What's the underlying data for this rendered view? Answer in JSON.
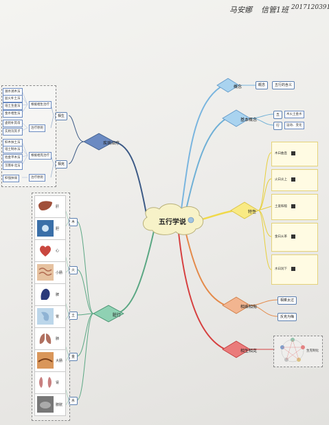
{
  "handwriting": {
    "name": "马安娜",
    "class": "信管1班",
    "student_id": "2017120391"
  },
  "root": {
    "label": "五行学说"
  },
  "branches": {
    "concept": {
      "label": "概念",
      "children": [
        "概念",
        "五行的含义"
      ]
    },
    "basic": {
      "label": "基本概念",
      "children": [
        "五",
        "行"
      ],
      "notes": [
        "木火土金水",
        "运动、变化"
      ]
    },
    "traits": {
      "label": "特性",
      "elements": [
        "木曰曲直",
        "火曰炎上",
        "土爰稼穑",
        "金曰从革",
        "水曰润下"
      ]
    },
    "relations": {
      "label": "相乘相侮",
      "children": [
        "相乘太过",
        "反克为侮"
      ]
    },
    "generate": {
      "label": "相生相克",
      "child": "生克制化"
    },
    "organs": {
      "label": "脏行",
      "elements": [
        "木",
        "火",
        "土",
        "金",
        "水"
      ],
      "cards": [
        "肝",
        "胆",
        "心",
        "小肠",
        "脾",
        "胃",
        "肺",
        "大肠",
        "肾",
        "膀胱"
      ]
    },
    "diagnosis": {
      "label": "疾病治疗",
      "groups": [
        "相生",
        "相克"
      ],
      "sub": [
        "根据相生治疗",
        "治疗原则",
        "根据相克治疗",
        "治疗原则"
      ],
      "leaves1": [
        "滋水涵木法",
        "益火补土法",
        "培土生金法",
        "金水相生法"
      ],
      "leaves2": [
        "虚则补其母",
        "实则泻其子"
      ],
      "leaves3": [
        "抑木扶土法",
        "培土制水法",
        "佐金平木法",
        "泻南补北法"
      ],
      "leaves4": [
        "抑强扶弱"
      ]
    }
  },
  "colors": {
    "concept": "#79b5df",
    "basic": "#6fb0d6",
    "traits": "#f0d94a",
    "relations": "#e48a4a",
    "generate": "#d64040",
    "organs": "#5aa783",
    "diagnosis": "#3c5a86"
  }
}
